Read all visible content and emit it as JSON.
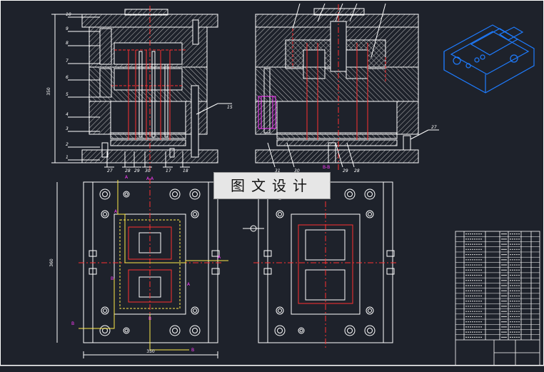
{
  "banner": "图文设计",
  "colors": {
    "background": "#1e222b",
    "outline": "#ffffff",
    "hatch": "#c8c8c8",
    "center_line": "#ff3030",
    "section_line": "#ffe94a",
    "dimension": "#ff3cff",
    "iso_view": "#1e7cff"
  },
  "left_section": {
    "part_numbers": [
      "10",
      "9",
      "8",
      "7",
      "6",
      "5",
      "4",
      "3",
      "2",
      "1"
    ],
    "right_label": "15",
    "bottom_labels": [
      "27",
      "28",
      "29",
      "30",
      "17",
      "18"
    ],
    "height_dim": "350"
  },
  "right_section": {
    "right_label": "27",
    "bottom_labels": [
      "31",
      "30",
      "29",
      "28"
    ],
    "section_tag": "B-B"
  },
  "plan_view": {
    "height_dim": "360",
    "width_dim": "350",
    "cut_marks": [
      "A",
      "A",
      "B",
      "B",
      "A",
      "A",
      "B",
      "B"
    ],
    "section_tag": "A-A"
  },
  "title_block": {
    "rows": 21
  }
}
